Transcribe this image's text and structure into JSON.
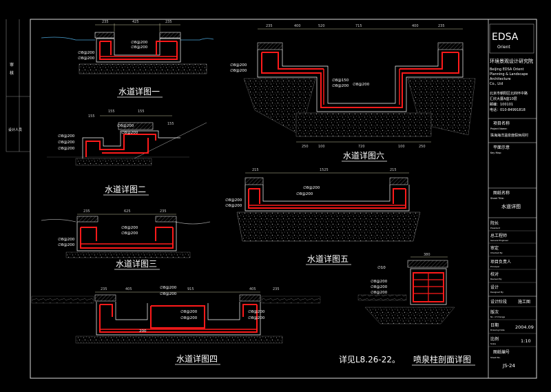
{
  "colors": {
    "background": "#000000",
    "rebar": "#ff1a1a",
    "outline": "#ffffff",
    "dimension": "#c8c8a0",
    "frame": "#dcdcdc",
    "hatch": "#9a9a9a"
  },
  "titleblock": {
    "logo": "EDSA",
    "logo_sub": "Orient",
    "firm_cn": "环境景观设计研究院",
    "firm_en_1": "Beijing EDSA Orient",
    "firm_en_2": "Planning & Landscape",
    "firm_en_3": "Architecture",
    "firm_en_4": "Co., Ltd",
    "address_1": "北京市朝阳区北四环中路",
    "address_2": "汇欣大厦A座10层",
    "address_3": "邮编：100101",
    "address_4": "电话：010-84991818",
    "project_label": "项目名称",
    "project_label_en": "Project Name:",
    "project_name": "珠海海洋温泉度假休闲村",
    "plan_label": "平面示意",
    "plan_label_en": "Key Map:",
    "drawing_title_label": "图纸名称",
    "drawing_title_label_en": "Sheet Title:",
    "drawing_title": "水道详图",
    "president_label": "院长",
    "president_en": "President",
    "engineer_label": "总工程师",
    "engineer_en": "General Engineer",
    "checked_label": "审定",
    "checked_en": "Checked By",
    "principal_label": "项目负责人",
    "principal_en": "Principal",
    "review_label": "校对",
    "review_en": "Revised By",
    "design_label": "设计",
    "design_en": "Designed By",
    "stage_label": "设计阶段",
    "stage_value": "施工图",
    "version_label": "版次",
    "version_en": "No. of Change",
    "date_label": "日期",
    "date_en": "Drawing Date",
    "date_value": "2004.09",
    "scale_label": "比例",
    "scale_en": "Scale",
    "scale_value": "1:10",
    "sheet_no_label": "图纸编号",
    "sheet_no_en": "Sheet No.",
    "sheet_no": "JS-24"
  },
  "left_strip": {
    "a": "审",
    "b": "核",
    "c": "设计人员"
  },
  "details": {
    "d1": {
      "title": "水道详图一",
      "dims": [
        "235",
        "425",
        "235"
      ],
      "labels": [
        "∅8@200",
        "∅8@200",
        "∅8@200",
        "∅8@200"
      ]
    },
    "d2": {
      "title": "水道详图二",
      "dims": [
        "155",
        "155",
        "155",
        "155"
      ],
      "labels": [
        "∅8@200",
        "∅8@200",
        "∅8@200",
        "∅8@200",
        "∅8@200"
      ]
    },
    "d3": {
      "title": "水道详图三",
      "dims": [
        "235",
        "625",
        "235"
      ],
      "labels": [
        "∅8@200",
        "∅8@200",
        "∅8@200",
        "∅8@200"
      ]
    },
    "d4": {
      "title": "水道详图四",
      "dims": [
        "235",
        "405",
        "915",
        "405",
        "235"
      ],
      "labels": [
        "∅8@200",
        "∅8@200",
        "∅8@200",
        "∅8@200",
        "∅8@200",
        "∅8@200",
        "200"
      ]
    },
    "d5": {
      "title": "水道详图五",
      "dims": [
        "215",
        "1525",
        "215"
      ],
      "labels": [
        "∅8@200",
        "∅8@200",
        "∅8@200",
        "∅8@200"
      ]
    },
    "d6": {
      "title": "水道详图六",
      "dims": [
        "235",
        "400",
        "520",
        "715",
        "400",
        "235"
      ],
      "bottom_dims": [
        "250",
        "100",
        "720",
        "100",
        "250"
      ],
      "labels": [
        "∅8@200",
        "∅8@200",
        "∅8@150",
        "∅8@200",
        "∅8@200"
      ]
    },
    "fountain": {
      "title": "喷泉柱剖面详图",
      "top_dim": "380",
      "labels": [
        "∅10",
        "∅8@200",
        "∅8@200",
        "∅8@200"
      ]
    }
  },
  "note": "详见L8.26-22。"
}
